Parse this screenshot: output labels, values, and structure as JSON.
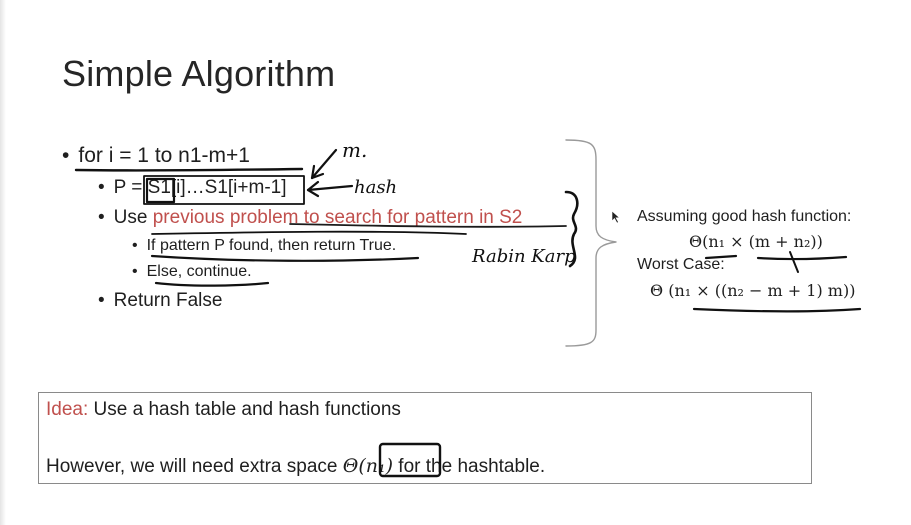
{
  "slide": {
    "title": "Simple Algorithm",
    "bullets": {
      "for_loop": "for i = 1 to n1-m+1",
      "p_assign_prefix": "P = ",
      "p_assign_value": "S1[i]…S1[i+m-1]",
      "use_prefix": "Use ",
      "use_red": "previous problem to search for pattern in S2",
      "if_found": "If pattern P found, then return True.",
      "else_continue": "Else, continue.",
      "return_false": "Return False"
    },
    "bullet_char": "•",
    "side_note": {
      "assumption": "Assuming good hash function:",
      "good_complexity": "Θ(n₁ × (m + n₂))",
      "worst_label": "Worst Case:",
      "worst_complexity": "Θ (n₁ × ((n₂ − m + 1) m))"
    },
    "idea_box": {
      "label": "Idea:",
      "line1": "Use a hash table and hash functions",
      "line2_prefix": "However, we will need extra space ",
      "line2_math": "Θ(n₁)",
      "line2_suffix": " for the hashtable."
    }
  },
  "handwriting": {
    "m_note": "m.",
    "hash_note": "hash",
    "rabin_karp_note": "Rabin Karp"
  },
  "colors": {
    "accent_red": "#c0504d",
    "ink": "#111111",
    "text": "#1f1f1f"
  }
}
